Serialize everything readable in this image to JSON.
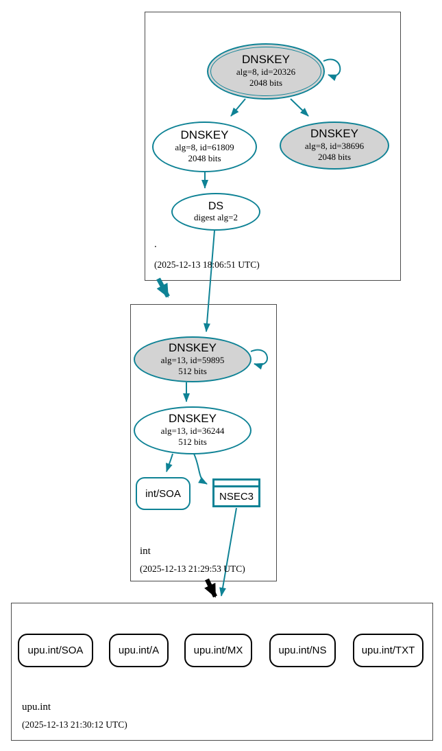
{
  "colors": {
    "secure_teal": "#0e8295",
    "insecure_black": "#000000",
    "key_fill_gray": "#d3d3d3",
    "zone_border_gray": "#4a4a4a"
  },
  "zones": {
    "root": {
      "label": ".",
      "timestamp": "(2025-12-13 18:06:51 UTC)",
      "ksk": {
        "title": "DNSKEY",
        "alg": "alg=8, id=20326",
        "bits": "2048 bits"
      },
      "zsk": {
        "title": "DNSKEY",
        "alg": "alg=8, id=61809",
        "bits": "2048 bits"
      },
      "key3": {
        "title": "DNSKEY",
        "alg": "alg=8, id=38696",
        "bits": "2048 bits"
      },
      "ds": {
        "title": "DS",
        "detail": "digest alg=2"
      }
    },
    "int": {
      "label": "int",
      "timestamp": "(2025-12-13 21:29:53 UTC)",
      "ksk": {
        "title": "DNSKEY",
        "alg": "alg=13, id=59895",
        "bits": "512 bits"
      },
      "zsk": {
        "title": "DNSKEY",
        "alg": "alg=13, id=36244",
        "bits": "512 bits"
      },
      "soa": {
        "label": "int/SOA"
      },
      "nsec3": {
        "label": "NSEC3"
      }
    },
    "upu": {
      "label": "upu.int",
      "timestamp": "(2025-12-13 21:30:12 UTC)",
      "rrsets": [
        "upu.int/SOA",
        "upu.int/A",
        "upu.int/MX",
        "upu.int/NS",
        "upu.int/TXT"
      ]
    }
  }
}
